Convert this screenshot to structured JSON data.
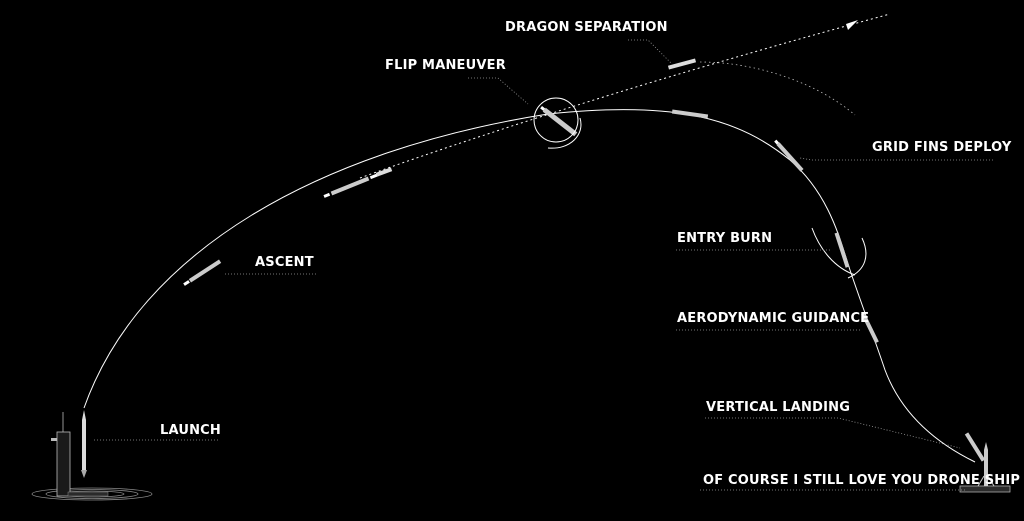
{
  "diagram": {
    "stages": {
      "dragon_separation": "DRAGON SEPARATION",
      "flip_maneuver": "FLIP MANEUVER",
      "grid_fins_deploy": "GRID FINS DEPLOY",
      "entry_burn": "ENTRY BURN",
      "ascent": "ASCENT",
      "aerodynamic_guidance": "AERODYNAMIC GUIDANCE",
      "vertical_landing": "VERTICAL LANDING",
      "launch": "LAUNCH",
      "drone_ship": "OF COURSE I STILL LOVE YOU DRONE SHIP"
    },
    "colors": {
      "background": "#000000",
      "line": "#ffffff",
      "leader": "#9a9a9a"
    }
  }
}
